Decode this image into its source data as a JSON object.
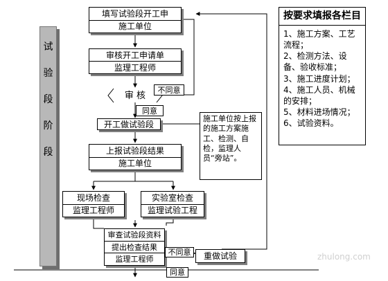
{
  "side_title": [
    "试",
    "验",
    "段",
    "阶",
    "段"
  ],
  "steps": {
    "s1": [
      "填写试验段开工申",
      "施工单位"
    ],
    "s2": [
      "审核开工申请单",
      "监理工程师"
    ],
    "review": "审 核",
    "s3": "开工做试验段",
    "s4": [
      "上报试验段结果",
      "施工单位"
    ],
    "s5a": [
      "现场检查",
      "监理工程师"
    ],
    "s5b": [
      "实验室检查",
      "监理试验工程"
    ],
    "s6": [
      "审查试验段资料",
      "提出检查结果",
      "监理工程师"
    ],
    "redo": "重做试验"
  },
  "labels": {
    "disagree_1": "不同意",
    "agree_1": "同意",
    "disagree_2": "不同意",
    "agree_2": "同意"
  },
  "middle_note": "施工单位按上报的施工方案施工、检测、自检，监理人员“旁站”。",
  "right_note": {
    "title": "按要求填报各栏目",
    "items": [
      "1、施工方案、工艺流程；",
      "2、检测方法、设备、验收标准；",
      "3、施工进度计划；",
      "4、施工人员、机械的安排；",
      "5、材料进场情况；",
      "6、试验资料。"
    ]
  },
  "watermark": "zhulong.com"
}
